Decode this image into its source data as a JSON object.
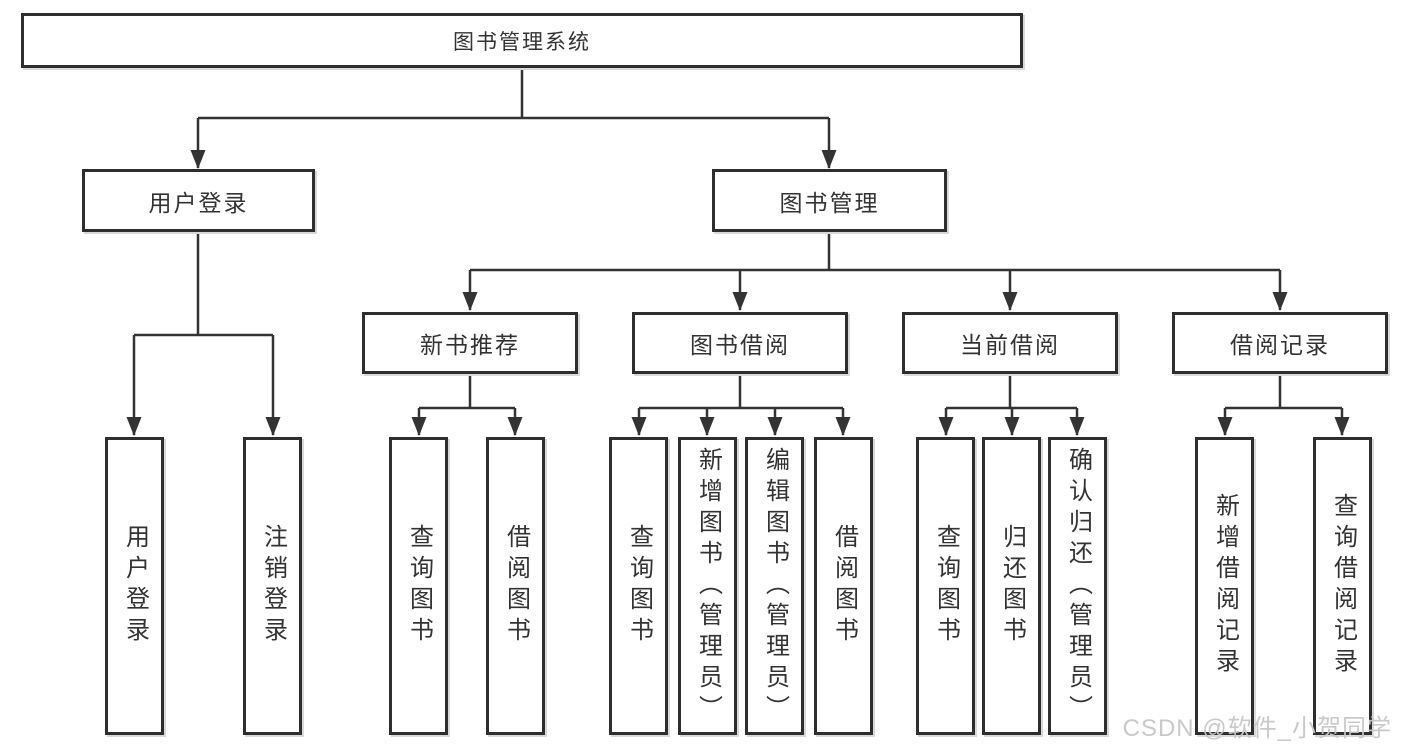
{
  "colors": {
    "background": "#ffffff",
    "box_border": "#2e2e2e",
    "connector_line": "#333333",
    "text": "#333333",
    "watermark_text": "#c6c6c6"
  },
  "watermark": {
    "text": "CSDN @软件_小贺同学"
  },
  "tree": {
    "label": "图书管理系统",
    "children": [
      {
        "label": "用户登录",
        "children": [
          {
            "label": "用户登录"
          },
          {
            "label": "注销登录"
          }
        ]
      },
      {
        "label": "图书管理",
        "children": [
          {
            "label": "新书推荐",
            "children": [
              {
                "label": "查询图书"
              },
              {
                "label": "借阅图书"
              }
            ]
          },
          {
            "label": "图书借阅",
            "children": [
              {
                "label": "查询图书"
              },
              {
                "label": "新增图书（管理员）"
              },
              {
                "label": "编辑图书（管理员）"
              },
              {
                "label": "借阅图书"
              }
            ]
          },
          {
            "label": "当前借阅",
            "children": [
              {
                "label": "查询图书"
              },
              {
                "label": "归还图书"
              },
              {
                "label": "确认归还（管理员）"
              }
            ]
          },
          {
            "label": "借阅记录",
            "children": [
              {
                "label": "新增借阅记录"
              },
              {
                "label": "查询借阅记录"
              }
            ]
          }
        ]
      }
    ]
  }
}
